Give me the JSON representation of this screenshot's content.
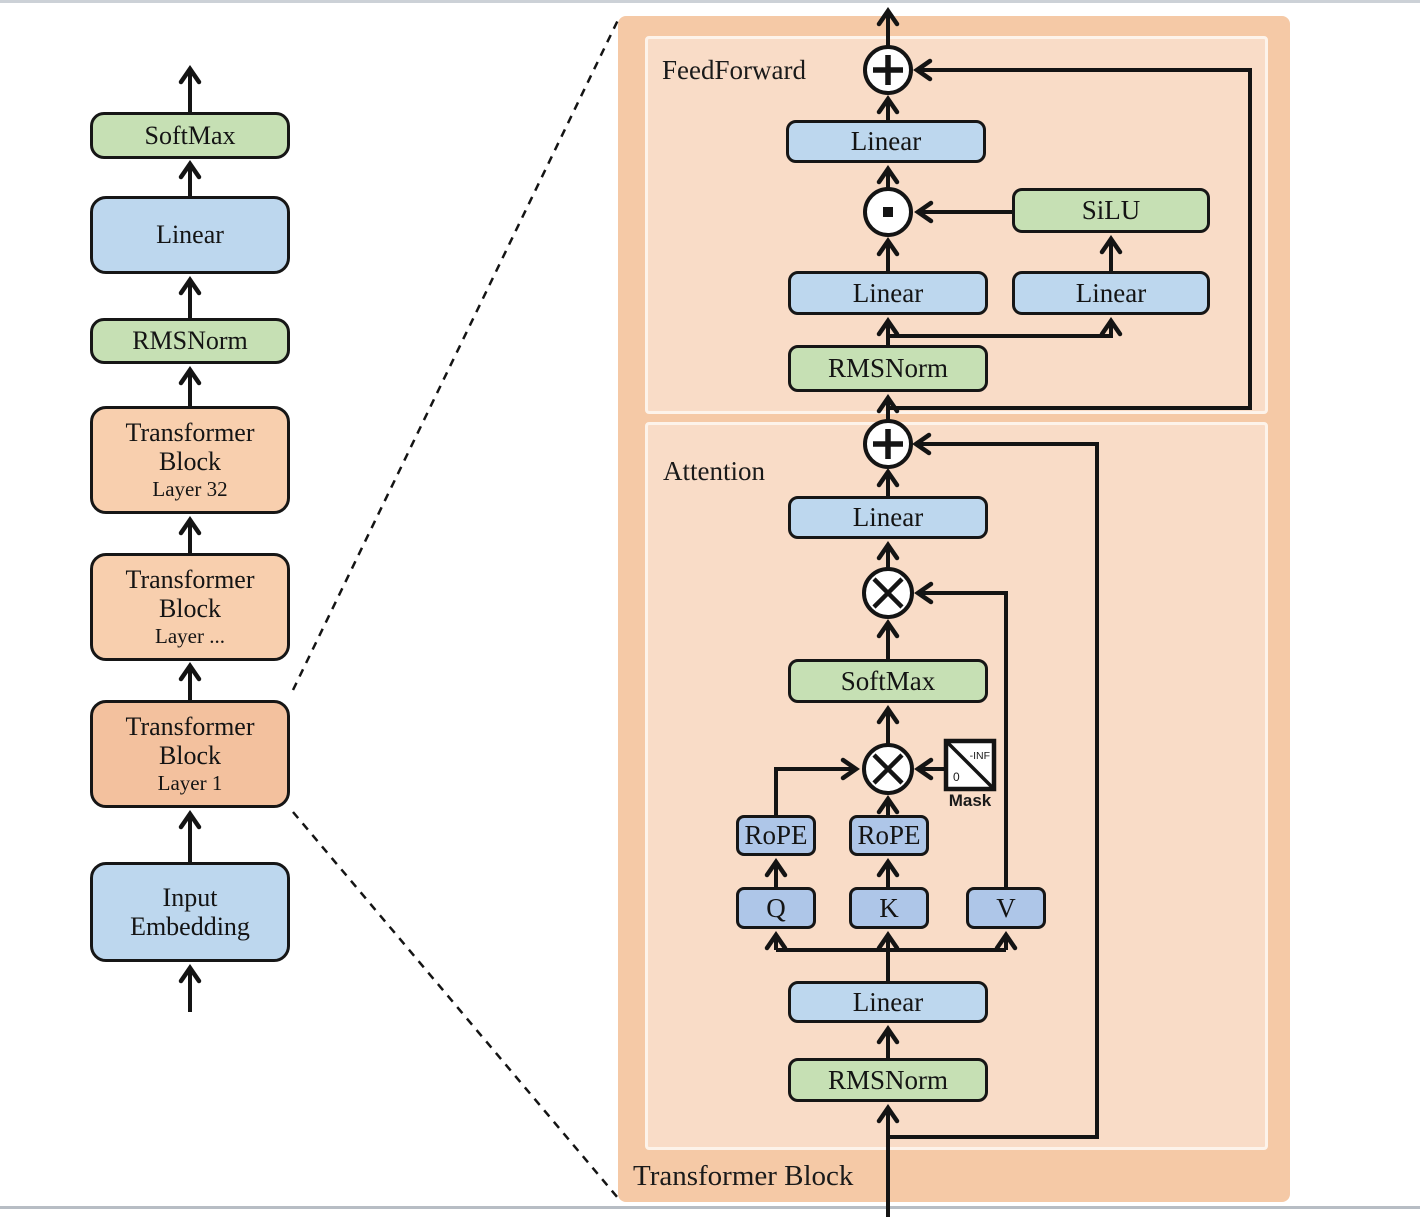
{
  "colors": {
    "panel_outer": "#f5c9a6",
    "panel_inner": "#f9dcc7",
    "orange_block": "#f8cfae",
    "orange_block_dark": "#f3c19e",
    "green": "#c6e0b4",
    "blue": "#bdd7ee",
    "periwinkle": "#aec6e8",
    "line": "#141414"
  },
  "left": {
    "softmax": "SoftMax",
    "linear": "Linear",
    "rmsnorm": "RMSNorm",
    "blocks": [
      {
        "l1": "Transformer",
        "l2": "Block",
        "l3": "Layer 32"
      },
      {
        "l1": "Transformer",
        "l2": "Block",
        "l3": "Layer ..."
      },
      {
        "l1": "Transformer",
        "l2": "Block",
        "l3": "Layer 1"
      }
    ],
    "input_l1": "Input",
    "input_l2": "Embedding"
  },
  "panel": {
    "ff_label": "FeedForward",
    "attn_label": "Attention",
    "footer_label": "Transformer Block",
    "ff": {
      "linear_out": "Linear",
      "silu": "SiLU",
      "linear_gate": "Linear",
      "linear_up": "Linear",
      "rmsnorm": "RMSNorm"
    },
    "attn": {
      "linear_out": "Linear",
      "softmax": "SoftMax",
      "rope_q": "RoPE",
      "rope_k": "RoPE",
      "q": "Q",
      "k": "K",
      "v": "V",
      "linear_in": "Linear",
      "rmsnorm": "RMSNorm"
    },
    "mask": {
      "label": "Mask",
      "upper_value": "-INF",
      "lower_value": "0"
    },
    "ops": {
      "residual_add": "plus-circle",
      "matmul": "multiply-circle",
      "elementwise_product": "dot-circle"
    }
  }
}
